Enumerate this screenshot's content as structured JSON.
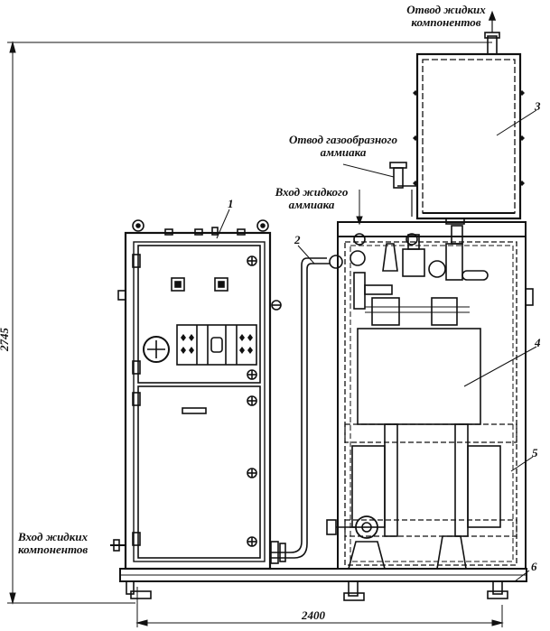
{
  "labels": {
    "liquid_out": [
      "Отвод жидких",
      "компонентов"
    ],
    "gas_out": [
      "Отвод газообразного",
      "аммиака"
    ],
    "liquid_ammonia_in": [
      "Вход жидкого",
      "аммиака"
    ],
    "liquid_in": [
      "Вход жидких",
      "компонентов"
    ]
  },
  "callouts": [
    "1",
    "2",
    "3",
    "4",
    "5",
    "6"
  ],
  "dimensions": {
    "height": "2745",
    "width": "2400"
  }
}
